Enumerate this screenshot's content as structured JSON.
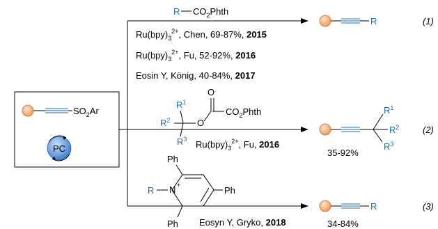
{
  "colors": {
    "accent_blue": "#1f6fb2",
    "orange_ball": "#f6b482",
    "pc_blue": "#5b93d6"
  },
  "icons": [
    "orange-ball-icon",
    "photocatalyst-pc-icon",
    "alkyne-triple-bond-icon"
  ],
  "reagent": {
    "pc_label": "PC",
    "sulfonyl": "SO",
    "sulfonyl_sub": "2",
    "sulfonyl_end": "Ar"
  },
  "route1": {
    "reagent_R": "R",
    "reagent_rest": "CO",
    "reagent_sub": "2",
    "reagent_end": "Phth",
    "conditions": [
      {
        "cat": "Ru(bpy)",
        "sub": "3",
        "sup": "2+",
        "text": ", Chen, 69-87%, ",
        "year": "2015"
      },
      {
        "cat": "Ru(bpy)",
        "sub": "3",
        "sup": "2+",
        "text": ", Fu, 52-92%, ",
        "year": "2016"
      },
      {
        "cat": "Eosin Y",
        "sub": "",
        "sup": "",
        "text": ", König, 40-84%, ",
        "year": "2017"
      }
    ],
    "product_R": "R",
    "number": "(1)"
  },
  "route2": {
    "R1": "R",
    "R1_sup": "1",
    "R2": "R",
    "R2_sup": "2",
    "R3": "R",
    "R3_sup": "3",
    "O_carbonyl": "O",
    "O_ester": "O",
    "co2phth": "CO",
    "co2phth_sub": "2",
    "co2phth_end": "Phth",
    "cond_cat": "Ru(bpy)",
    "cond_sub": "3",
    "cond_sup": "2+",
    "cond_text": ", Fu, ",
    "cond_year": "2016",
    "yield": "35-92%",
    "number": "(2)"
  },
  "route3": {
    "Ph_top": "Ph",
    "Ph_right": "Ph",
    "Ph_bottom": "Ph",
    "R": "R",
    "N": "N",
    "plus": "+",
    "cond_text": "Eosyn Y, Gryko, ",
    "cond_year": "2018",
    "yield": "34-84%",
    "product_R": "R",
    "number": "(3)"
  }
}
